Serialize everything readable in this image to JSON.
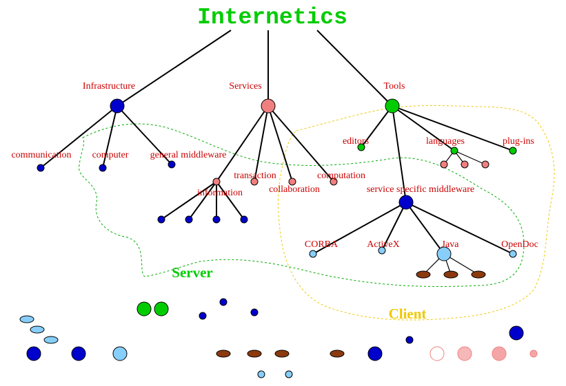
{
  "title": "Internetics",
  "categories": {
    "infrastructure": "Infrastructure",
    "services": "Services",
    "tools": "Tools"
  },
  "infrastructure_items": {
    "communication": "communication",
    "computer": "computer",
    "general_middleware": "general middleware"
  },
  "services_items": {
    "transaction": "transaction",
    "information": "information",
    "collaboration": "collaboration",
    "computation": "computation"
  },
  "tools_items": {
    "editors": "editors",
    "languages": "languages",
    "plug_ins": "plug-ins",
    "service_specific_middleware": "service specific middleware"
  },
  "middleware_items": {
    "corba": "CORBA",
    "activex": "ActiveX",
    "java": "Java",
    "opendoc": "OpenDoc"
  },
  "regions": {
    "server": "Server",
    "client": "Client"
  },
  "colors": {
    "label_red": "#cc0000",
    "title_green": "#00cc00",
    "node_blue": "#0000cc",
    "node_green": "#00cc00",
    "node_pink": "#f08080",
    "node_light_blue": "#87cefa",
    "node_brown": "#8b3a0f",
    "server_boundary": "#00aa00",
    "client_boundary": "#f0c800"
  }
}
